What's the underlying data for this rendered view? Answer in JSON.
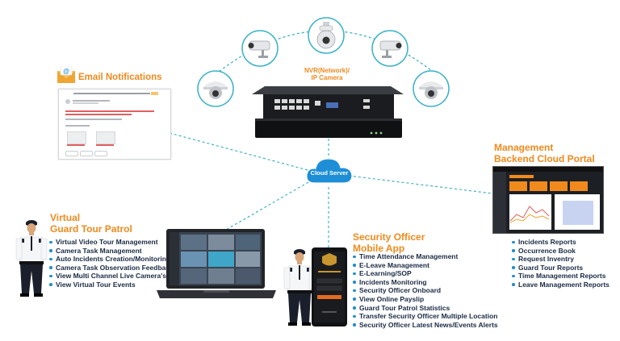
{
  "nvr": {
    "label_line1": "NVR(Network)/",
    "label_line2": "IP Camera"
  },
  "cloud": {
    "label": "Cloud Server"
  },
  "email": {
    "title": "Email Notifications"
  },
  "backend": {
    "title_line1": "Management",
    "title_line2": "Backend Cloud Portal",
    "items": [
      "Incidents Reports",
      "Occurrence Book",
      "Request Inventry",
      "Guard Tour Reports",
      "Time Management Reports",
      "Leave Management Reports"
    ]
  },
  "virtual": {
    "title_line1": "Virtual",
    "title_line2": "Guard Tour Patrol",
    "items": [
      "Virtual Video Tour Management",
      "Camera Task Management",
      "Auto Incidents Creation/Monitoring",
      "Camera Task Observation Feedback",
      "View Multi Channel Live Camera's",
      "View Virtual Tour Events"
    ]
  },
  "mobile": {
    "title_line1": "Security Officer",
    "title_line2": "Mobile App",
    "items": [
      "Time Attendance Management",
      "E-Leave Management",
      "E-Learning/SOP",
      "Incidents Monitoring",
      "Security Officer Onboard",
      "View Online Payslip",
      "Guard Tour Patrol Statistics",
      "Transfer Security Officer Multiple Location",
      "Security Officer Latest News/Events Alerts"
    ]
  },
  "colors": {
    "accent": "#f08a1c",
    "connector": "#3bb3c7",
    "cloud": "#1e8fd6",
    "text": "#1a2a44"
  }
}
